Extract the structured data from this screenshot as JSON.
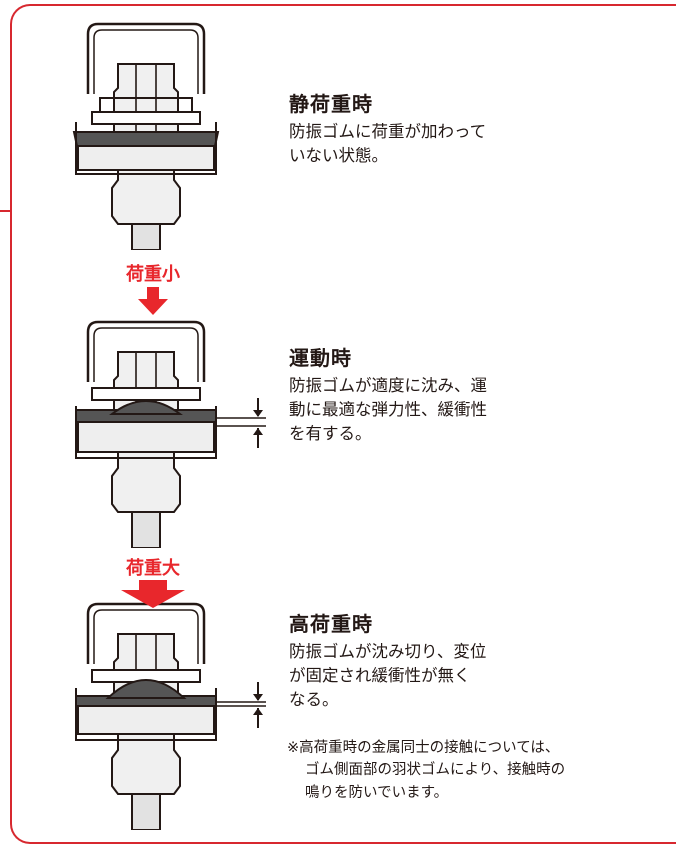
{
  "stages": [
    {
      "title": "静荷重時",
      "description_lines": [
        "防振ゴムに荷重が加わって",
        "いない状態。"
      ]
    },
    {
      "title": "運動時",
      "description_lines": [
        "防振ゴムが適度に沈み、運",
        "動に最適な弾力性、緩衝性",
        "を有する。"
      ]
    },
    {
      "title": "高荷重時",
      "description_lines": [
        "防振ゴムが沈み切り、変位",
        "が固定され緩衝性が無く",
        "なる。"
      ]
    }
  ],
  "load_labels": {
    "small": "荷重小",
    "large": "荷重大"
  },
  "note": {
    "line1": "※高荷重時の金属同士の接触については、",
    "line2a": "ゴム側面部の羽状ゴムにより、接触時の",
    "line2b": "鳴りを防いでいます。"
  },
  "colors": {
    "frame": "#d7282f",
    "arrow": "#e8272c",
    "rubber": "#555555",
    "metal": "#eeeeee",
    "text": "#231815"
  }
}
